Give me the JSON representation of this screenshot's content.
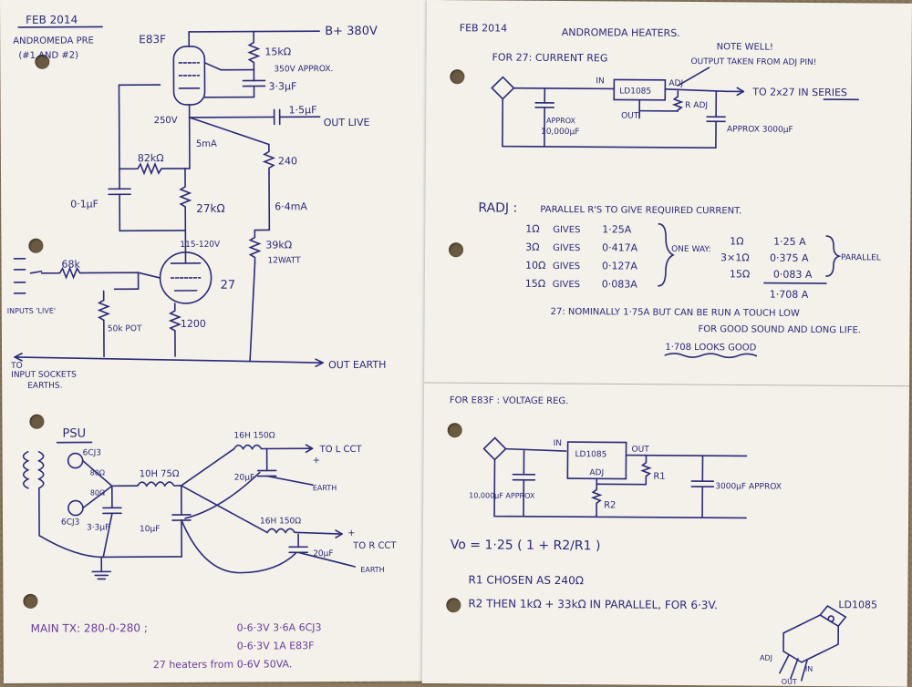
{
  "left": {
    "date": "FEB 2014",
    "project": "ANDROMEDA PRE",
    "units": "(#1 AND #2)",
    "tube1": "E83F",
    "bplus": "B+ 380V",
    "r15k": "15kΩ",
    "v350": "350V APPROX.",
    "c33": "3·3µF",
    "v250": "250V",
    "c15": "1·5µF",
    "outlive": "OUT LIVE",
    "ma5": "5mA",
    "r82k": "82kΩ",
    "r240": "240",
    "c01": "0·1µF",
    "r27k": "27kΩ",
    "ma64": "6·4mA",
    "v115": "115-120V",
    "r39k": "39kΩ",
    "w12": "12WATT",
    "tube2": "27",
    "r68k": "68k",
    "inputs": "INPUTS 'LIVE'",
    "pot": "50k POT",
    "r1200": "1200",
    "to_input1": "TO",
    "to_input2": "INPUT SOCKETS",
    "to_input3": "EARTHS.",
    "outearth": "OUT EARTH",
    "psu": "PSU",
    "t6cj3a": "6CJ3",
    "t6cj3b": "6CJ3",
    "r80a": "80Ω",
    "r80b": "80Ω",
    "l10h": "10H 75Ω",
    "c33b": "3·3µF",
    "c10": "10µF",
    "l16a": "16H 150Ω",
    "c20a": "20µF",
    "tolcct": "TO L CCT",
    "earth1": "EARTH",
    "l16b": "16H 150Ω",
    "c20b": "20µF",
    "torcct": "TO R CCT",
    "earth2": "EARTH",
    "plus1": "+",
    "plus2": "+",
    "maintx": "MAIN TX:  280-0-280 ;",
    "tx1": "0-6·3V 3·6A  6CJ3",
    "tx2": "0-6·3V 1A   E83F",
    "tx3": "27 heaters from 0-6V 50VA."
  },
  "right": {
    "date": "FEB 2014",
    "heading": "ANDROMEDA HEATERS.",
    "for27": "FOR 27:  CURRENT REG",
    "note1": "NOTE WELL!",
    "note2": "OUTPUT TAKEN FROM ADJ PIN!",
    "reg1": "LD1085",
    "in1": "IN",
    "adj1": "ADJ",
    "out1": "OUT",
    "radj": "R ADJ",
    "to2x27": "TO 2x27 IN SERIES",
    "approx1": "APPROX",
    "c10k": "10,000µF",
    "c3000a": "APPROX 3000µF",
    "radjlabel": "RADJ :",
    "parallel": "PARALLEL R'S TO GIVE REQUIRED CURRENT.",
    "rows": [
      {
        "r": "1Ω",
        "i": "1·25A"
      },
      {
        "r": "3Ω",
        "i": "0·417A"
      },
      {
        "r": "10Ω",
        "i": "0·127A"
      },
      {
        "r": "15Ω",
        "i": "0·083A"
      }
    ],
    "gives": "GIVES",
    "oneway": "ONE WAY:",
    "combo": [
      {
        "r": "1Ω",
        "i": "1·25 A"
      },
      {
        "r": "3×1Ω",
        "i": "0·375 A"
      },
      {
        "r": "15Ω",
        "i": "0·083 A"
      }
    ],
    "combotext": "PARALLEL",
    "sum": "1·708 A",
    "nominal1": "27: NOMINALLY 1·75A  BUT CAN BE RUN A TOUCH LOW",
    "nominal2": "FOR GOOD SOUND AND LONG LIFE.",
    "looks": "1·708 LOOKS GOOD",
    "fore83f": "FOR E83F :  VOLTAGE REG.",
    "reg2": "LD1085",
    "in2": "IN",
    "out2": "OUT",
    "adj2": "ADJ",
    "r1": "R1",
    "r2": "R2",
    "c10k2": "10,000µF APPROX",
    "c3000b": "3000µF APPROX",
    "eq": "Vo = 1·25 ( 1 + R2/R1 )",
    "r1chosen": "R1 CHOSEN AS 240Ω",
    "r2then": "R2 THEN  1kΩ + 33kΩ IN PARALLEL, FOR 6·3V.",
    "ld": "LD1085",
    "pinadj": "ADJ",
    "pinout": "OUT",
    "pinin": "IN"
  }
}
